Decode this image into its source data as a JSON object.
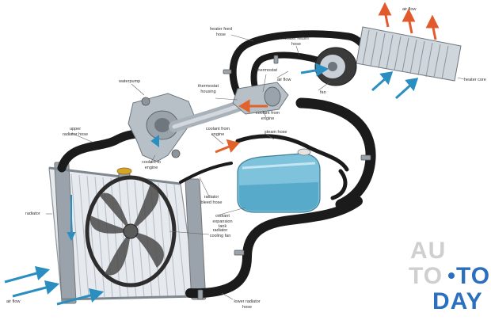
{
  "colors": {
    "hose": "#1b1b1b",
    "metal": "#a9b1b9",
    "radiator_fin": "#c9d0d7",
    "coolant": "#6fb7d4",
    "hot_arrow": "#e25a2c",
    "cold_arrow": "#2a8fc0",
    "leader": "#666666",
    "watermark_light": "#c8c8c8",
    "watermark_blue": "#2b6fbf"
  },
  "labels": {
    "air_flow_top": "air flow",
    "heater_feed_hose": "heater feed hose",
    "heater_core": "heater core",
    "heater_return_hose": "heater return hose",
    "thermostat": "thermostat",
    "air_flow_mid": "air flow",
    "fan": "fan",
    "waterpump": "waterpump",
    "thermostat_housing": "thermostat housing",
    "coolant_from_engine_1": "coolant from engine",
    "upper_radiator_hose": "upper radiator hose",
    "coolant_from_engine_2": "coolant from engine",
    "steam_hose": "steam hose",
    "coolant_to_engine": "coolant to engine",
    "radiator": "radiator",
    "radiator_bleed_hose": "radiator bleed hose",
    "coolant_expansion_tank": "coolant expansion tank",
    "radiator_cooling_fan": "radiator cooling fan",
    "air_flow_bottom": "air flow",
    "lower_radiator_hose": "lower radiator hose"
  },
  "watermark": {
    "line1": "AU",
    "line2a": "TO",
    "line2b": "TO",
    "line3": "DAY"
  }
}
